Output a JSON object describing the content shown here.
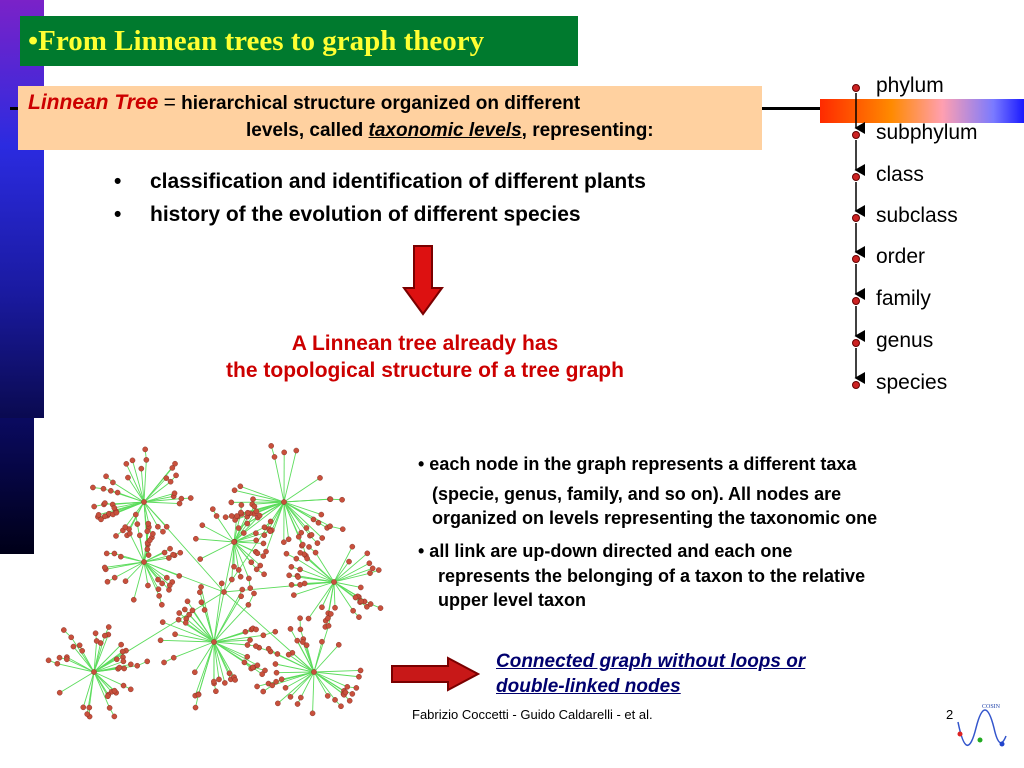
{
  "slide": {
    "title": "•From Linnean trees to graph theory",
    "colors": {
      "title_bg": "#007a2e",
      "title_text": "#ffff33",
      "definition_bg": "#ffd1a0",
      "accent_red": "#cc0000",
      "link_blue": "#00006e",
      "graph_edges": "#5cdc5c",
      "graph_nodes": "#c8503c"
    }
  },
  "definition": {
    "term": "Linnean  Tree",
    "equals": "=",
    "text_line1": "hierarchical structure organized on different",
    "text_line2_before": "levels, called ",
    "text_line2_link": "taxonomic levels",
    "text_line2_after": ", representing:"
  },
  "bullets": [
    {
      "marker": "•",
      "text": "classification and identification of different plants"
    },
    {
      "marker": "•",
      "text": "history of the evolution of different species"
    }
  ],
  "statement": {
    "line1": "A Linnean tree already has",
    "line2": "the topological structure of a tree graph"
  },
  "taxonomy_levels": [
    "phylum",
    "subphylum",
    "class",
    "subclass",
    "order",
    "family",
    "genus",
    "species"
  ],
  "description": {
    "bullet1_line1": "• each node in the graph represents a different taxa",
    "bullet1_line2": "(specie, genus, family, and so on).  All nodes are",
    "bullet1_line3": "organized on levels representing the taxonomic one",
    "bullet2_line1": "• all link are up-down directed and each one",
    "bullet2_line2": "represents the belonging of a taxon to the relative",
    "bullet2_line3": "upper level taxon"
  },
  "conclusion": {
    "line1": "Connected graph without loops or ",
    "line2": "double-linked nodes"
  },
  "footer": {
    "authors": "Fabrizio Coccetti - Guido Caldarelli - et al.",
    "page": "2",
    "logo_text": "COSIN"
  }
}
